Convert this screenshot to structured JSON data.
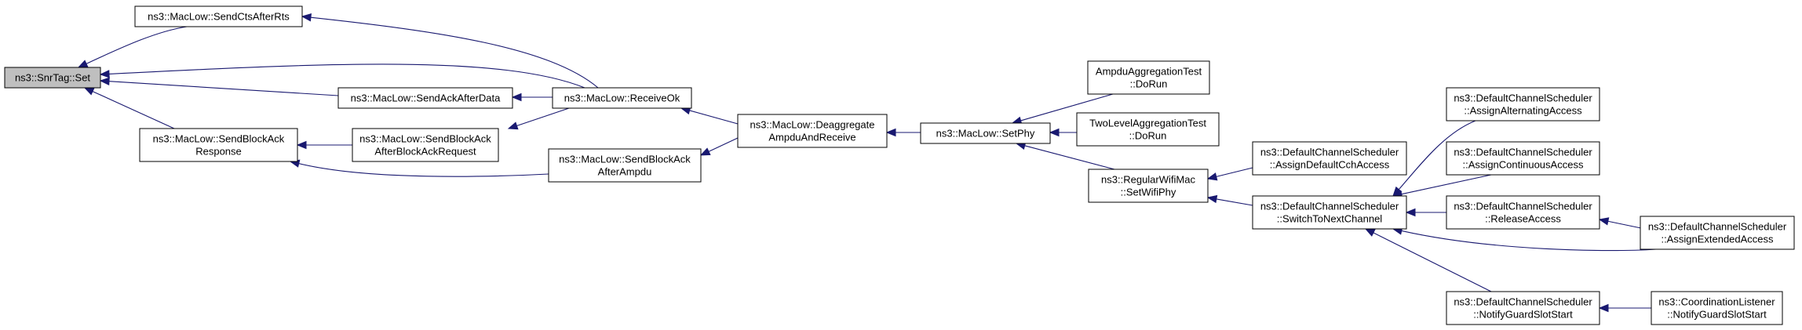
{
  "graph": {
    "colors": {
      "edge": "#191970",
      "node_border": "#000000",
      "root_fill": "#bfbfbf",
      "node_fill": "#ffffff"
    },
    "nodes": {
      "snrtag_set": [
        "ns3::SnrTag::Set"
      ],
      "send_cts_after_rts": [
        "ns3::MacLow::SendCtsAfterRts"
      ],
      "send_ack_after_data": [
        "ns3::MacLow::SendAckAfterData"
      ],
      "send_block_ack_response": [
        "ns3::MacLow::SendBlockAck",
        "Response"
      ],
      "send_block_ack_after_bar": [
        "ns3::MacLow::SendBlockAck",
        "AfterBlockAckRequest"
      ],
      "receive_ok": [
        "ns3::MacLow::ReceiveOk"
      ],
      "send_block_ack_after_ampdu": [
        "ns3::MacLow::SendBlockAck",
        "AfterAmpdu"
      ],
      "deaggregate_ampdu": [
        "ns3::MacLow::Deaggregate",
        "AmpduAndReceive"
      ],
      "set_phy": [
        "ns3::MacLow::SetPhy"
      ],
      "ampdu_aggregation_test": [
        "AmpduAggregationTest",
        "::DoRun"
      ],
      "two_level_aggregation_test": [
        "TwoLevelAggregationTest",
        "::DoRun"
      ],
      "regular_wifi_mac_set_wifi_phy": [
        "ns3::RegularWifiMac",
        "::SetWifiPhy"
      ],
      "assign_default_cch_access": [
        "ns3::DefaultChannelScheduler",
        "::AssignDefaultCchAccess"
      ],
      "switch_to_next_channel": [
        "ns3::DefaultChannelScheduler",
        "::SwitchToNextChannel"
      ],
      "assign_alternating_access": [
        "ns3::DefaultChannelScheduler",
        "::AssignAlternatingAccess"
      ],
      "assign_continuous_access": [
        "ns3::DefaultChannelScheduler",
        "::AssignContinuousAccess"
      ],
      "release_access": [
        "ns3::DefaultChannelScheduler",
        "::ReleaseAccess"
      ],
      "assign_extended_access": [
        "ns3::DefaultChannelScheduler",
        "::AssignExtendedAccess"
      ],
      "notify_guard_slot_start": [
        "ns3::DefaultChannelScheduler",
        "::NotifyGuardSlotStart"
      ],
      "coordination_listener_notify": [
        "ns3::CoordinationListener",
        "::NotifyGuardSlotStart"
      ]
    },
    "edges": [
      [
        "send_cts_after_rts",
        "snrtag_set"
      ],
      [
        "receive_ok",
        "snrtag_set"
      ],
      [
        "send_ack_after_data",
        "snrtag_set"
      ],
      [
        "send_block_ack_response",
        "snrtag_set"
      ],
      [
        "receive_ok",
        "send_cts_after_rts"
      ],
      [
        "receive_ok",
        "send_ack_after_data"
      ],
      [
        "send_block_ack_after_bar",
        "send_block_ack_response"
      ],
      [
        "send_block_ack_after_ampdu",
        "send_block_ack_response"
      ],
      [
        "receive_ok",
        "send_block_ack_after_bar"
      ],
      [
        "deaggregate_ampdu",
        "receive_ok"
      ],
      [
        "deaggregate_ampdu",
        "send_block_ack_after_ampdu"
      ],
      [
        "set_phy",
        "deaggregate_ampdu"
      ],
      [
        "ampdu_aggregation_test",
        "set_phy"
      ],
      [
        "two_level_aggregation_test",
        "set_phy"
      ],
      [
        "regular_wifi_mac_set_wifi_phy",
        "set_phy"
      ],
      [
        "assign_default_cch_access",
        "regular_wifi_mac_set_wifi_phy"
      ],
      [
        "switch_to_next_channel",
        "regular_wifi_mac_set_wifi_phy"
      ],
      [
        "assign_alternating_access",
        "switch_to_next_channel"
      ],
      [
        "assign_continuous_access",
        "switch_to_next_channel"
      ],
      [
        "release_access",
        "switch_to_next_channel"
      ],
      [
        "assign_extended_access",
        "switch_to_next_channel"
      ],
      [
        "notify_guard_slot_start",
        "switch_to_next_channel"
      ],
      [
        "assign_extended_access",
        "release_access"
      ],
      [
        "coordination_listener_notify",
        "notify_guard_slot_start"
      ]
    ]
  }
}
